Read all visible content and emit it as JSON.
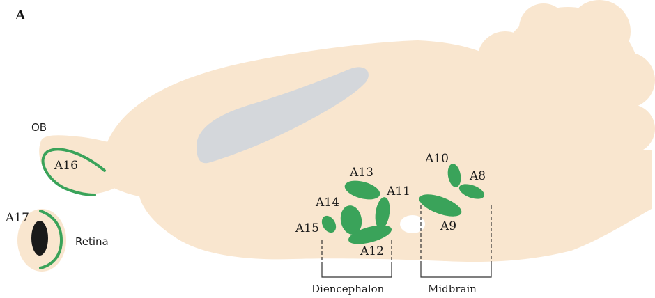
{
  "panel_label": "A",
  "colors": {
    "brain": "#f9e6cf",
    "ventricle": "#d4d7db",
    "nucleus": "#3aa35a",
    "eye": "#1a1a1a",
    "line": "#333333"
  },
  "labels": {
    "ob": "OB",
    "a16": "A16",
    "a17": "A17",
    "retina": "Retina",
    "a13": "A13",
    "a14": "A14",
    "a11": "A11",
    "a15": "A15",
    "a12": "A12",
    "a10": "A10",
    "a8": "A8",
    "a9": "A9"
  },
  "regions": {
    "diencephalon": "Diencephalon",
    "midbrain": "Midbrain"
  }
}
